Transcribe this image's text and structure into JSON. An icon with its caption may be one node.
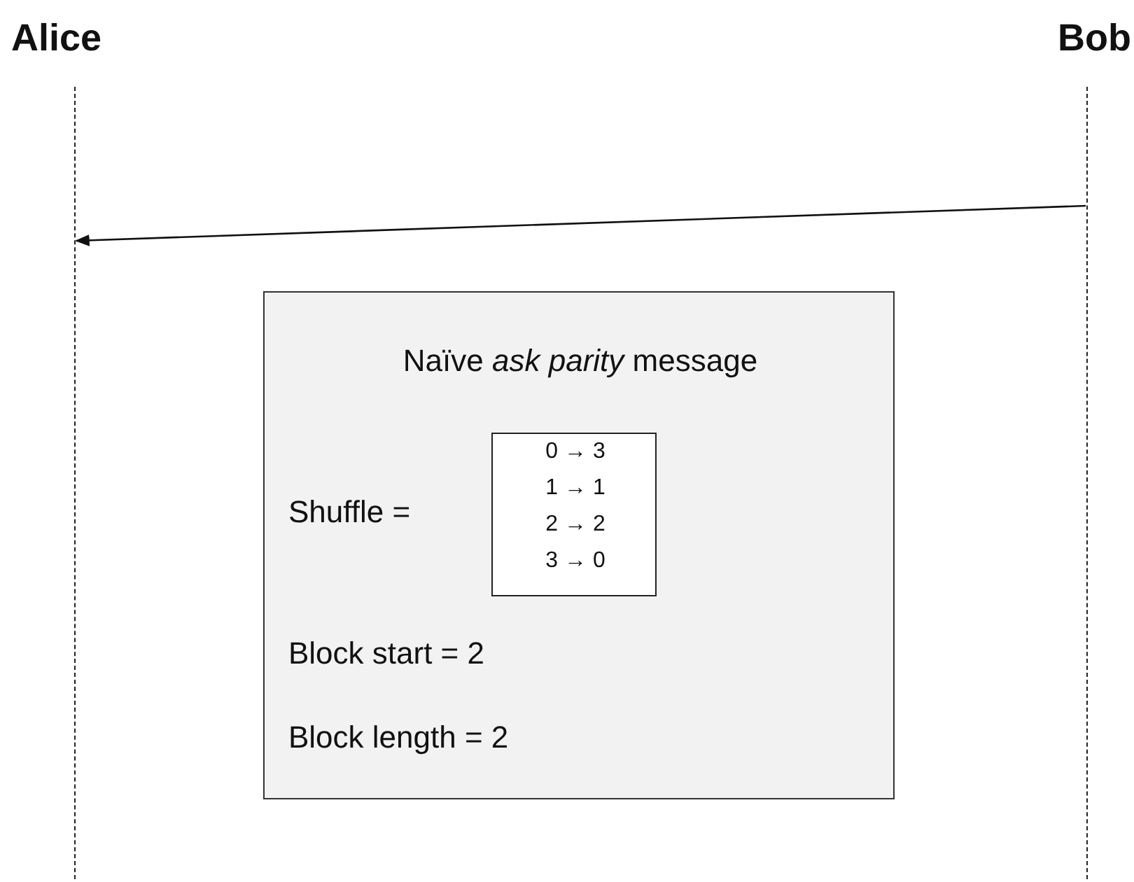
{
  "diagram": {
    "nodes": [
      {
        "text": [
          "Alice"
        ]
      },
      {
        "text": [
          "Bob"
        ]
      },
      {
        "text": [],
        "shape": "line"
      },
      {
        "text": [],
        "shape": "line"
      },
      {
        "text": [
          "Naïve *ask parity* message",
          "Shuffle =",
          "Block start = 2",
          "Block length = 2"
        ]
      },
      {
        "text": [
          "0 → 3",
          "1 → 1",
          "2 → 2",
          "3 → 0"
        ],
        "in": 4
      }
    ],
    "edges": [
      {
        "from": 3,
        "to": 2,
        "arrow": "to"
      }
    ]
  }
}
